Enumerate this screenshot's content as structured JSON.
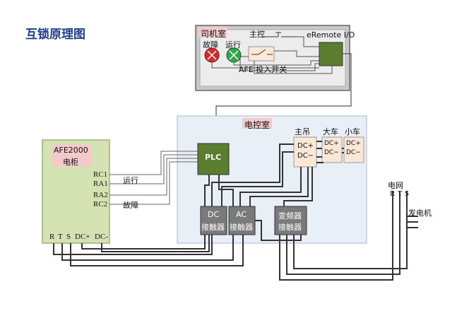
{
  "title": "互锁原理图",
  "driver_cab": {
    "label": "司机室",
    "fault_label": "故障",
    "run_label": "运行",
    "main_control_label": "主控",
    "eremote_label": "eRemote I/O",
    "afe_switch_label": "AFE 投入开关",
    "colors": {
      "fault": "#d52b2b",
      "run": "#2fa84a"
    }
  },
  "cabinet": {
    "title": "AFE2000",
    "subtitle": "电柜",
    "terminals": [
      "RC1",
      "RA1",
      "RA2",
      "RC2"
    ],
    "run_signal": "运行",
    "fault_signal": "故障",
    "bottom_terminals": [
      "R",
      "T",
      "S",
      "DC+",
      "DC-"
    ]
  },
  "control_room": {
    "label": "电控室",
    "plc_label": "PLC",
    "main_hoist_label": "主吊",
    "trolley_big_label": "大车",
    "trolley_small_label": "小车",
    "dc_plus": "DC+",
    "dc_minus": "DC−",
    "dc_contactor": [
      "DC",
      "接触器"
    ],
    "ac_contactor": [
      "AC",
      "接触器"
    ],
    "inverter_contactor": [
      "变频器",
      "接触器"
    ]
  },
  "grid": {
    "label": "电网",
    "phases": [
      "R",
      "T",
      "S"
    ],
    "generator_label": "发电机"
  }
}
